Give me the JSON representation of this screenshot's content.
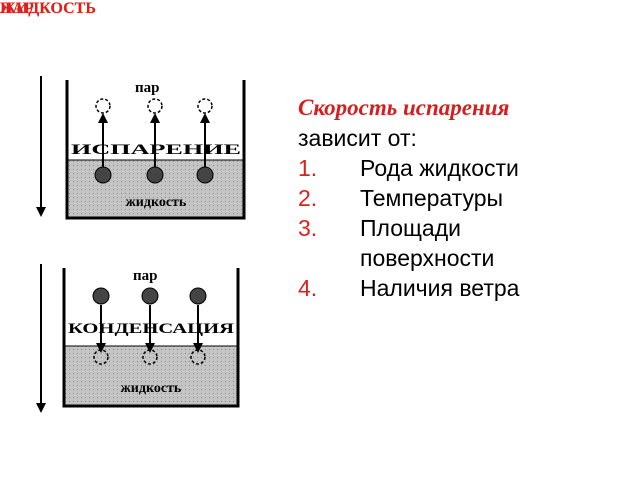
{
  "diagram": {
    "title_top": "ЖИДКОСТЬ",
    "title_middle": "ПАР",
    "title_bottom": "ЖИДКОСТЬ",
    "top_box": {
      "vapor_label": "пар",
      "process_label": "ИСПАРЕНИЕ",
      "liquid_label": "жидкость"
    },
    "bottom_box": {
      "vapor_label": "пар",
      "process_label": "КОНДЕНСАЦИЯ",
      "liquid_label": "жидкость"
    }
  },
  "text": {
    "title": "Скорость испарения",
    "subtitle": "зависит от:",
    "factors": [
      {
        "num": "1.",
        "label": "Рода жидкости"
      },
      {
        "num": "2.",
        "label": "Температуры"
      },
      {
        "num": "3.",
        "label": "Площади поверхности"
      },
      {
        "num": "4.",
        "label": "Наличия ветра"
      }
    ]
  },
  "colors": {
    "title_red": "#e0201d",
    "liquid_gray": "#bdbdbd"
  }
}
